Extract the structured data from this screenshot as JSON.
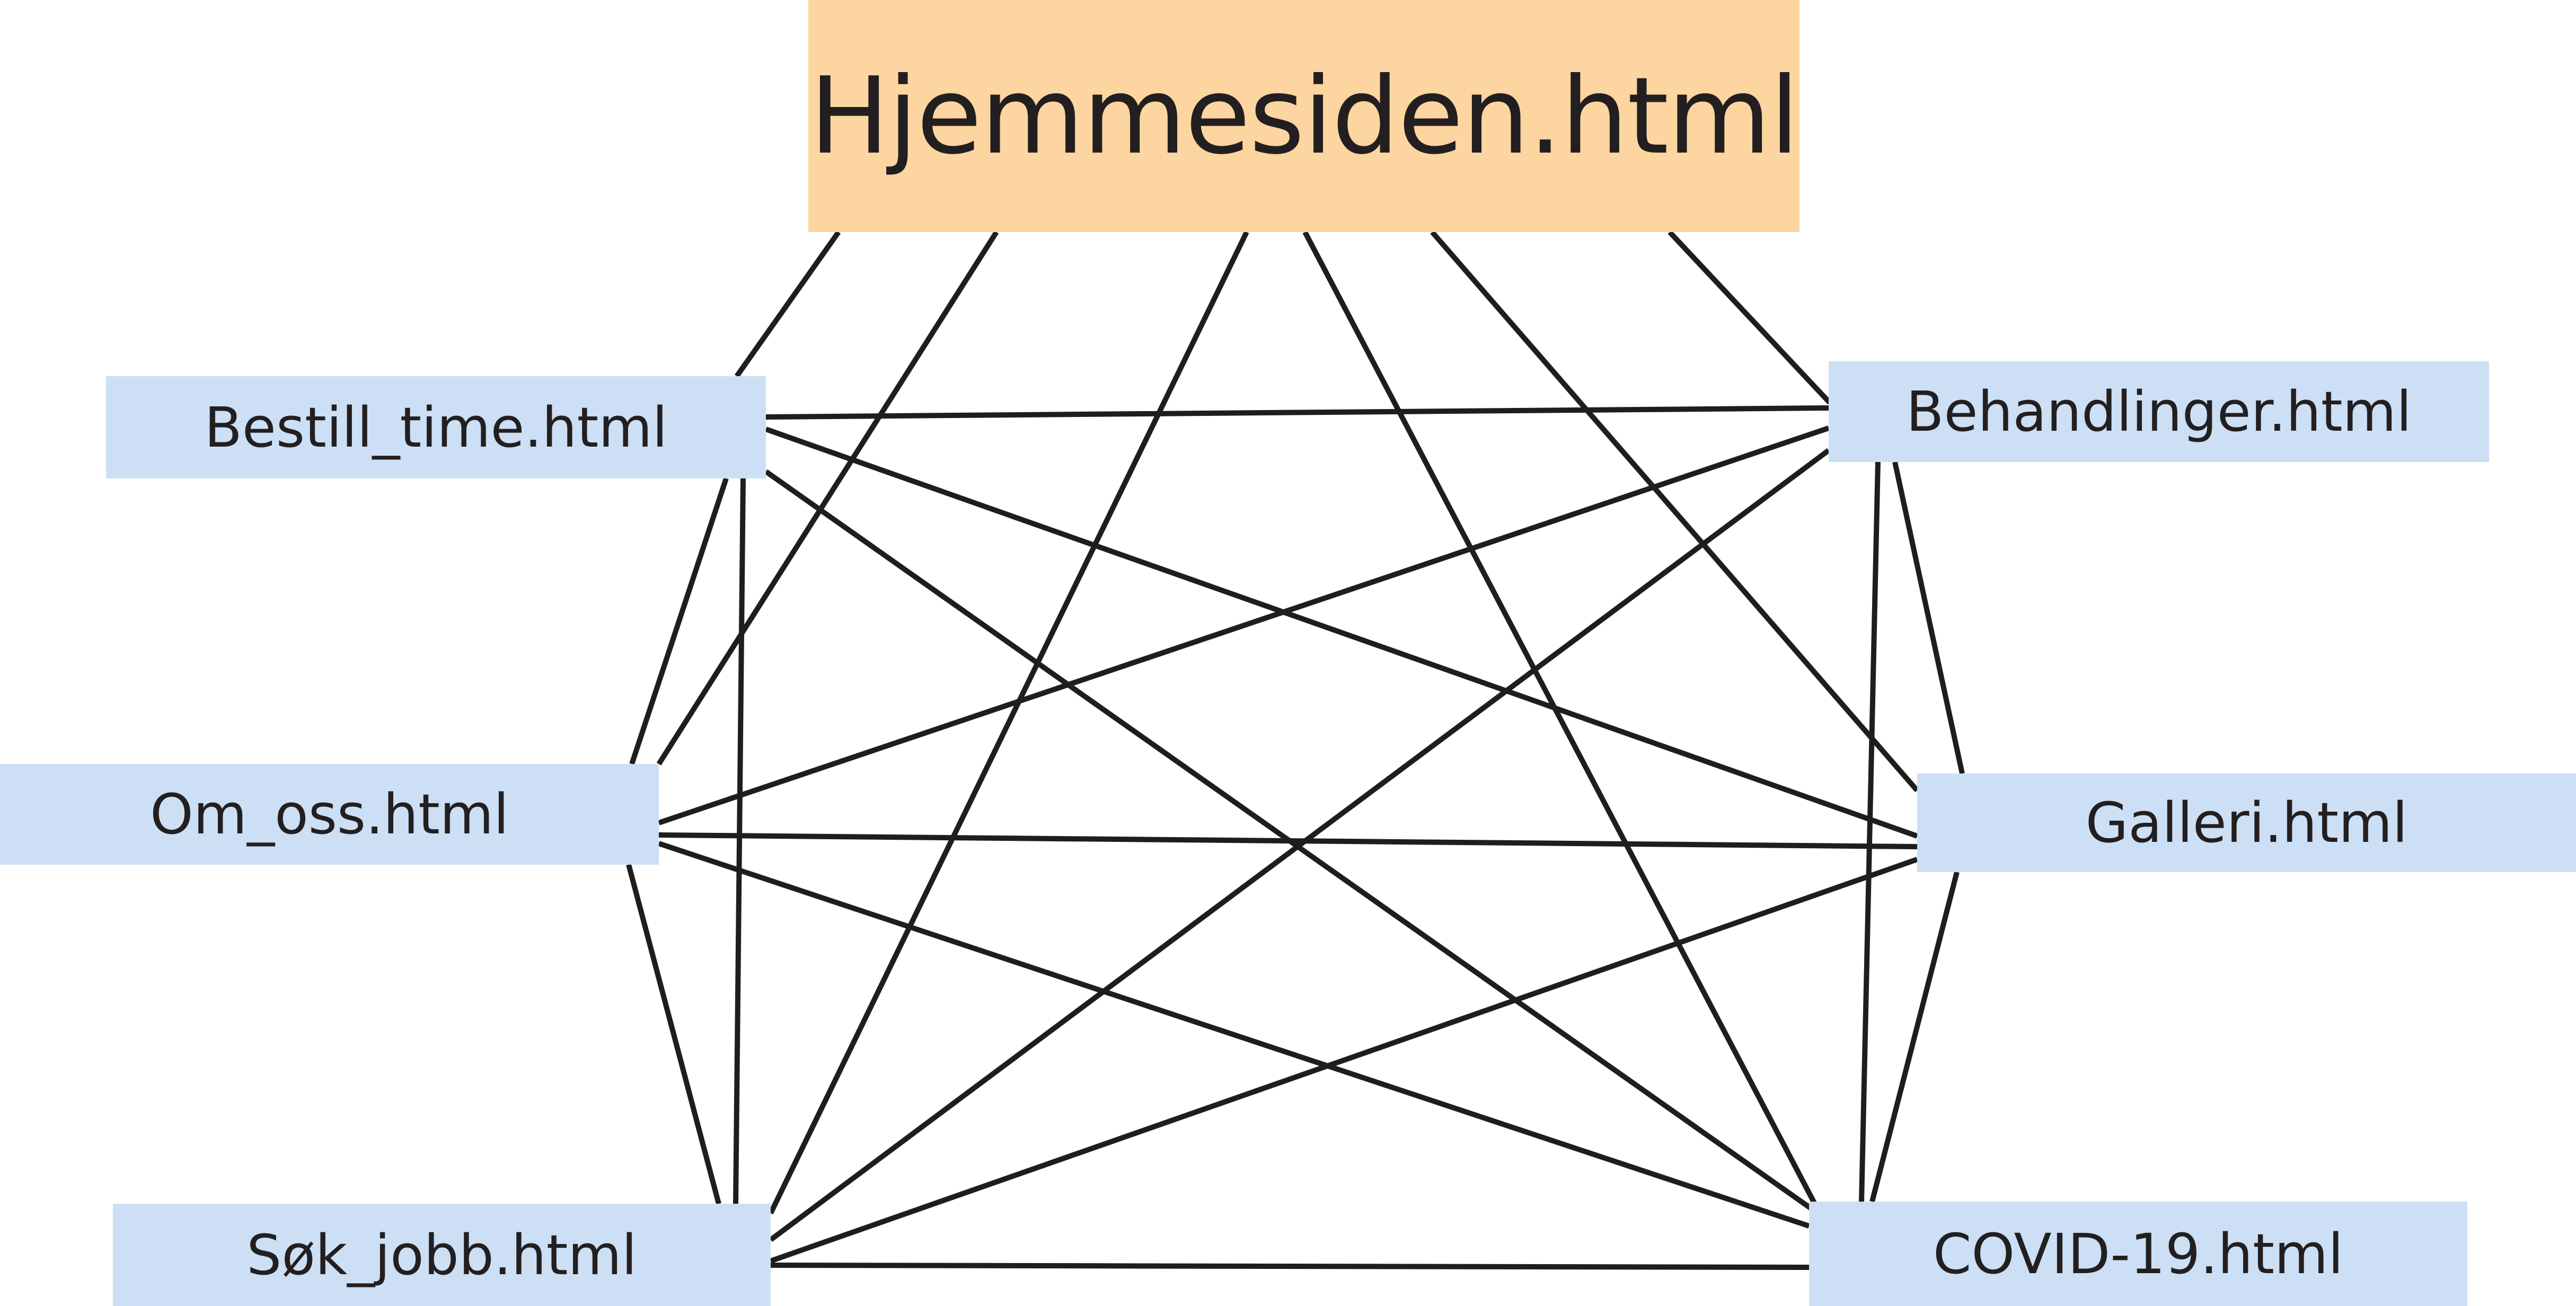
{
  "diagram": {
    "colors": {
      "home_fill": "#fcd5a0",
      "page_fill": "#ccdff4",
      "edge": "#1e1e1e",
      "text": "#231f20"
    },
    "nodes": {
      "home": {
        "label": "Hjemmesiden.html"
      },
      "bestill_time": {
        "label": "Bestill_time.html"
      },
      "om_oss": {
        "label": "Om_oss.html"
      },
      "sok_jobb": {
        "label": "Søk_jobb.html"
      },
      "behandlinger": {
        "label": "Behandlinger.html"
      },
      "galleri": {
        "label": "Galleri.html"
      },
      "covid19": {
        "label": "COVID-19.html"
      }
    },
    "edges": [
      [
        "home",
        "bestill_time"
      ],
      [
        "home",
        "om_oss"
      ],
      [
        "home",
        "sok_jobb"
      ],
      [
        "home",
        "covid19"
      ],
      [
        "home",
        "galleri"
      ],
      [
        "home",
        "behandlinger"
      ],
      [
        "bestill_time",
        "behandlinger"
      ],
      [
        "bestill_time",
        "galleri"
      ],
      [
        "bestill_time",
        "covid19"
      ],
      [
        "bestill_time",
        "om_oss"
      ],
      [
        "bestill_time",
        "sok_jobb"
      ],
      [
        "om_oss",
        "behandlinger"
      ],
      [
        "om_oss",
        "galleri"
      ],
      [
        "om_oss",
        "covid19"
      ],
      [
        "om_oss",
        "sok_jobb"
      ],
      [
        "sok_jobb",
        "behandlinger"
      ],
      [
        "sok_jobb",
        "galleri"
      ],
      [
        "sok_jobb",
        "covid19"
      ],
      [
        "behandlinger",
        "galleri"
      ],
      [
        "behandlinger",
        "covid19"
      ],
      [
        "galleri",
        "covid19"
      ]
    ]
  }
}
